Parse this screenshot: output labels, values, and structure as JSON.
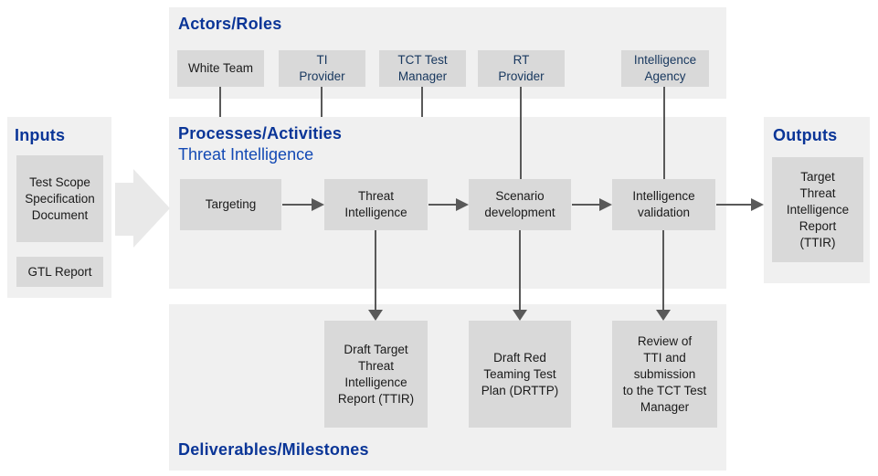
{
  "colors": {
    "header_blue": "#0a3597",
    "subtitle_blue": "#1349b4",
    "actor_text_navy": "#17375e",
    "panel_gray": "#f0f0f0",
    "box_gray": "#d9d9d9",
    "connector_gray": "#595959",
    "input_arrow_gray": "#e9e9e9"
  },
  "actors": {
    "title": "Actors/Roles",
    "items": [
      {
        "label": "White Team"
      },
      {
        "label": "TI\nProvider"
      },
      {
        "label": "TCT Test\nManager"
      },
      {
        "label": "RT\nProvider"
      },
      {
        "label": "Intelligence\nAgency"
      }
    ]
  },
  "processes": {
    "title": "Processes/Activities",
    "subtitle": "Threat Intelligence",
    "steps": [
      {
        "label": "Targeting"
      },
      {
        "label": "Threat\nIntelligence"
      },
      {
        "label": "Scenario\ndevelopment"
      },
      {
        "label": "Intelligence\nvalidation"
      }
    ]
  },
  "deliverables": {
    "title": "Deliverables/Milestones",
    "items": [
      {
        "label": "Draft Target\nThreat\nIntelligence\nReport (TTIR)"
      },
      {
        "label": "Draft  Red\nTeaming Test\nPlan (DRTTP)"
      },
      {
        "label": "Review of\nTTI and\nsubmission\nto the TCT Test\nManager"
      }
    ]
  },
  "inputs": {
    "title": "Inputs",
    "items": [
      {
        "label": "Test Scope\nSpecification\nDocument"
      },
      {
        "label": "GTL Report"
      }
    ]
  },
  "outputs": {
    "title": "Outputs",
    "items": [
      {
        "label": "Target\nThreat\nIntelligence\nReport\n(TTIR)"
      }
    ]
  }
}
